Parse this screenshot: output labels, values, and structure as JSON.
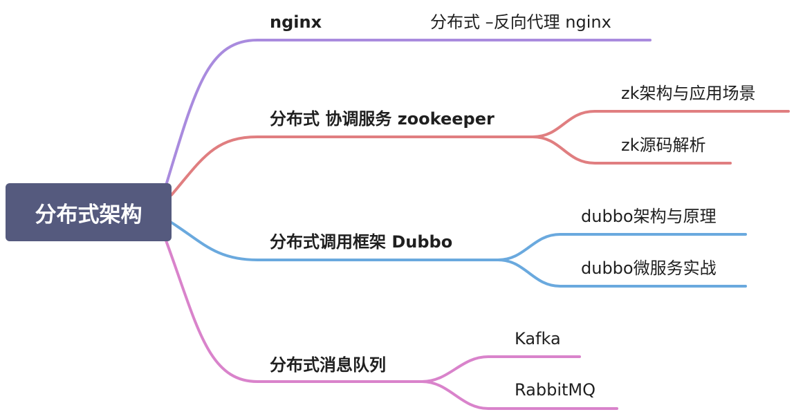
{
  "root": {
    "label": "分布式架构"
  },
  "colors": {
    "root": "#555a7e",
    "nginx": "#a98bde",
    "zk": "#e07e80",
    "dubbo": "#6aa9de",
    "mq": "#d983cb"
  },
  "branches": [
    {
      "label": "nginx",
      "children": [
        {
          "label": "分布式 –反向代理 nginx"
        }
      ]
    },
    {
      "label": "分布式 协调服务 zookeeper",
      "children": [
        {
          "label": "zk架构与应用场景"
        },
        {
          "label": "zk源码解析"
        }
      ]
    },
    {
      "label": "分布式调用框架 Dubbo",
      "children": [
        {
          "label": "dubbo架构与原理"
        },
        {
          "label": "dubbo微服务实战"
        }
      ]
    },
    {
      "label": "分布式消息队列",
      "children": [
        {
          "label": "Kafka"
        },
        {
          "label": "RabbitMQ"
        }
      ]
    }
  ]
}
